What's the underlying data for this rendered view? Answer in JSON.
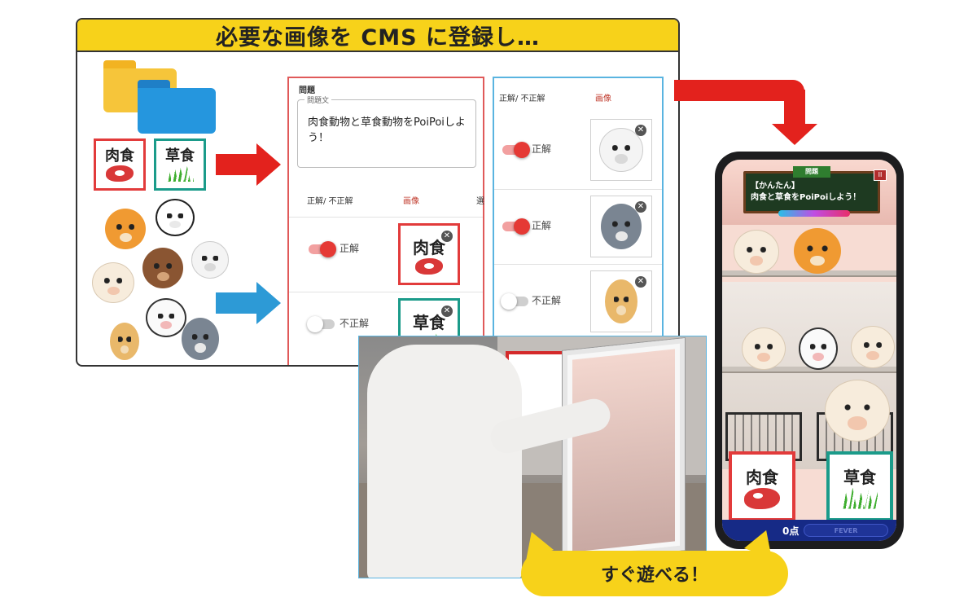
{
  "cms": {
    "heading": "必要な画像を CMS に登録し…",
    "tags": {
      "meat": "肉食",
      "grass": "草食"
    },
    "question_form": {
      "section_label": "問題",
      "field_legend": "問題文",
      "question_text": "肉食動物と草食動物をPoiPoiしよう！",
      "col_correct": "正解/ 不正解",
      "col_image": "画像",
      "col_extra": "選",
      "rows": [
        {
          "state": "正解",
          "on": true,
          "image_tag": "肉食"
        },
        {
          "state": "不正解",
          "on": false,
          "image_tag": "草食"
        }
      ]
    },
    "animal_list": {
      "col_correct": "正解/ 不正解",
      "col_image": "画像",
      "rows": [
        {
          "state": "正解",
          "on": true,
          "animal": "polar-bear"
        },
        {
          "state": "正解",
          "on": true,
          "animal": "wolf"
        },
        {
          "state": "不正解",
          "on": false,
          "animal": "rabbit"
        }
      ]
    },
    "close_glyph": "✕"
  },
  "game": {
    "board_title": "問題",
    "board_line1": "【かんたん】",
    "board_line2": "肉食と草食をPoiPoiしよう！",
    "pause_glyph": "II",
    "score": "0点",
    "fever": "FEVER",
    "cards": {
      "meat": "肉食",
      "grass": "草食"
    }
  },
  "callout": "すぐ遊べる！",
  "colors": {
    "accent_yellow": "#f7d21a",
    "arrow_red": "#e3221d",
    "arrow_blue": "#2d9ad6",
    "toggle_on": "#e53935"
  }
}
